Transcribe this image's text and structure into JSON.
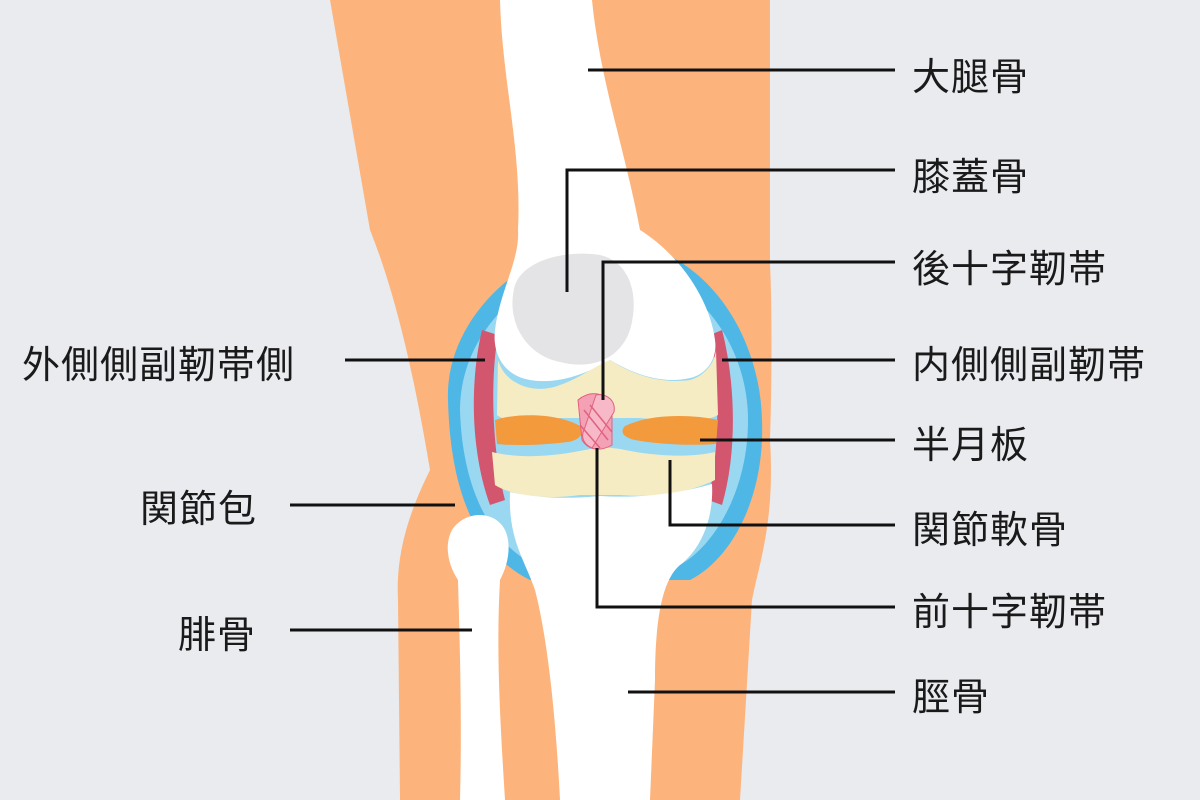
{
  "colors": {
    "background": "#e9ebef",
    "skin": "#fdb47c",
    "bone": "#ffffff",
    "capsule": "#4fb7e6",
    "synovial": "#9ad8f2",
    "ligament": "#d3566f",
    "meniscus": "#f29a3c",
    "cartilage": "#f6ecc3",
    "patella": "#e4e4e6"
  },
  "labels": {
    "femur": "大腿骨",
    "patella": "膝蓋骨",
    "pcl": "後十字靭帯",
    "lcl": "外側側副靭帯側",
    "mcl": "内側側副靭帯",
    "meniscus": "半月板",
    "capsule": "関節包",
    "cartilage": "関節軟骨",
    "acl": "前十字靭帯",
    "fibula": "腓骨",
    "tibia": "脛骨"
  }
}
